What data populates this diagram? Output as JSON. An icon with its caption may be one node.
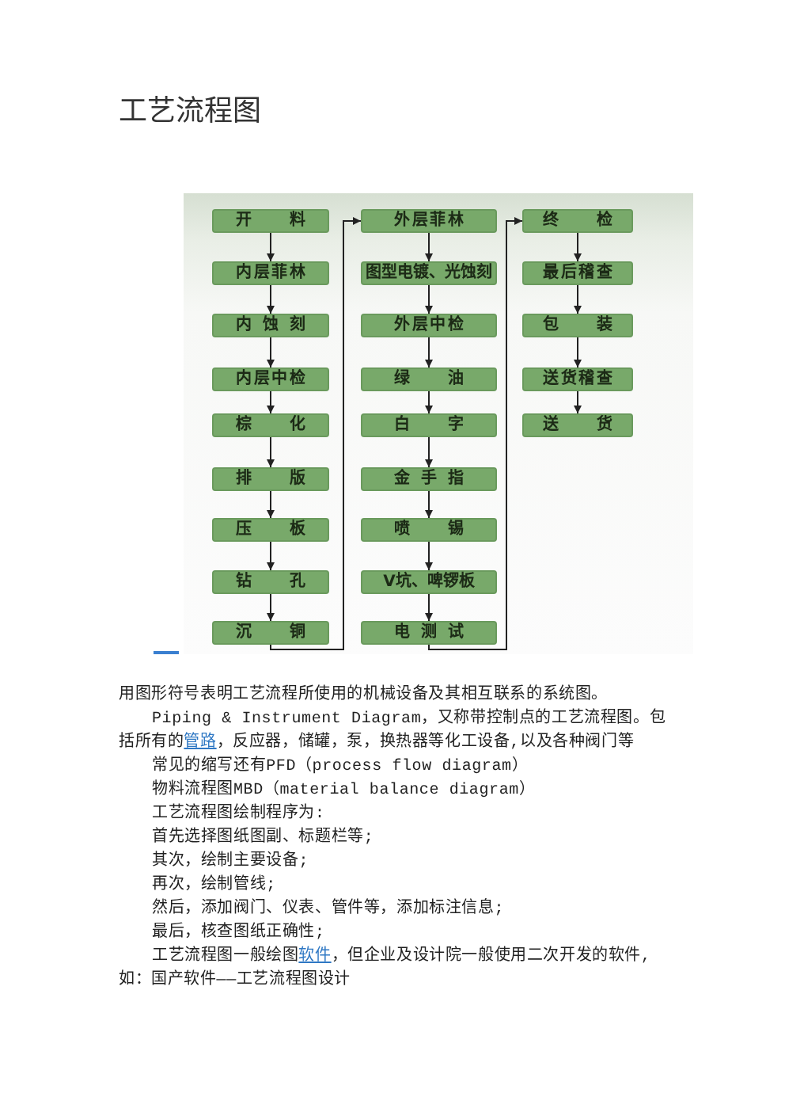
{
  "diagram": {
    "title": "工艺流程图",
    "nodes": [
      {
        "text": [
          "开料"
        ]
      },
      {
        "text": [
          "内层菲林"
        ]
      },
      {
        "text": [
          "内蚀刻"
        ]
      },
      {
        "text": [
          "内层中检"
        ]
      },
      {
        "text": [
          "棕化"
        ]
      },
      {
        "text": [
          "排版"
        ]
      },
      {
        "text": [
          "压板"
        ]
      },
      {
        "text": [
          "钻孔"
        ]
      },
      {
        "text": [
          "沉铜"
        ]
      },
      {
        "text": [
          "外层菲林"
        ]
      },
      {
        "text": [
          "图型电镀、光蚀刻"
        ]
      },
      {
        "text": [
          "外层中检"
        ]
      },
      {
        "text": [
          "绿油"
        ]
      },
      {
        "text": [
          "白字"
        ]
      },
      {
        "text": [
          "金手指"
        ]
      },
      {
        "text": [
          "喷锡"
        ]
      },
      {
        "text": [
          "V坑、啤锣板"
        ]
      },
      {
        "text": [
          "电测试"
        ]
      },
      {
        "text": [
          "终检"
        ]
      },
      {
        "text": [
          "最后稽查"
        ]
      },
      {
        "text": [
          "包装"
        ]
      },
      {
        "text": [
          "送货稽查"
        ]
      },
      {
        "text": [
          "送货"
        ]
      }
    ],
    "edges": [
      {
        "from": 0,
        "to": 1,
        "arrow": "to"
      },
      {
        "from": 1,
        "to": 2,
        "arrow": "to"
      },
      {
        "from": 2,
        "to": 3,
        "arrow": "to"
      },
      {
        "from": 3,
        "to": 4,
        "arrow": "to"
      },
      {
        "from": 4,
        "to": 5,
        "arrow": "to"
      },
      {
        "from": 5,
        "to": 6,
        "arrow": "to"
      },
      {
        "from": 6,
        "to": 7,
        "arrow": "to"
      },
      {
        "from": 7,
        "to": 8,
        "arrow": "to"
      },
      {
        "from": 8,
        "to": 9,
        "arrow": "to"
      },
      {
        "from": 9,
        "to": 10,
        "arrow": "to"
      },
      {
        "from": 10,
        "to": 11,
        "arrow": "to"
      },
      {
        "from": 11,
        "to": 12,
        "arrow": "to"
      },
      {
        "from": 12,
        "to": 13,
        "arrow": "to"
      },
      {
        "from": 13,
        "to": 14,
        "arrow": "to"
      },
      {
        "from": 14,
        "to": 15,
        "arrow": "to"
      },
      {
        "from": 15,
        "to": 16,
        "arrow": "to"
      },
      {
        "from": 16,
        "to": 17,
        "arrow": "to"
      },
      {
        "from": 17,
        "to": 18,
        "arrow": "to"
      },
      {
        "from": 18,
        "to": 19,
        "arrow": "to"
      },
      {
        "from": 19,
        "to": 20,
        "arrow": "to"
      },
      {
        "from": 20,
        "to": 21,
        "arrow": "to"
      },
      {
        "from": 21,
        "to": 22,
        "arrow": "to"
      }
    ],
    "labels": [
      "用图形符号表明工艺流程所使用的机械设备及其相互联系的系统图。",
      "Piping & Instrument Diagram，又称带控制点的工艺流程图。包括所有的",
      "管路",
      "，反应器，储罐，泵，换热器等化工设备,以及各种阀门等",
      "常见的缩写还有PFD（process flow diagram）",
      "物料流程图MBD（material balance diagram）",
      "工艺流程图绘制程序为:",
      "首先选择图纸图副、标题栏等;",
      "其次，绘制主要设备;",
      "再次，绘制管线;",
      "然后，添加阀门、仪表、管件等，添加标注信息;",
      "最后，核查图纸正确性;",
      "工艺流程图一般绘图",
      "软件",
      "，但企业及设计院一般使用二次开发的软件,如：国产软件——工艺流程图设计"
    ]
  }
}
